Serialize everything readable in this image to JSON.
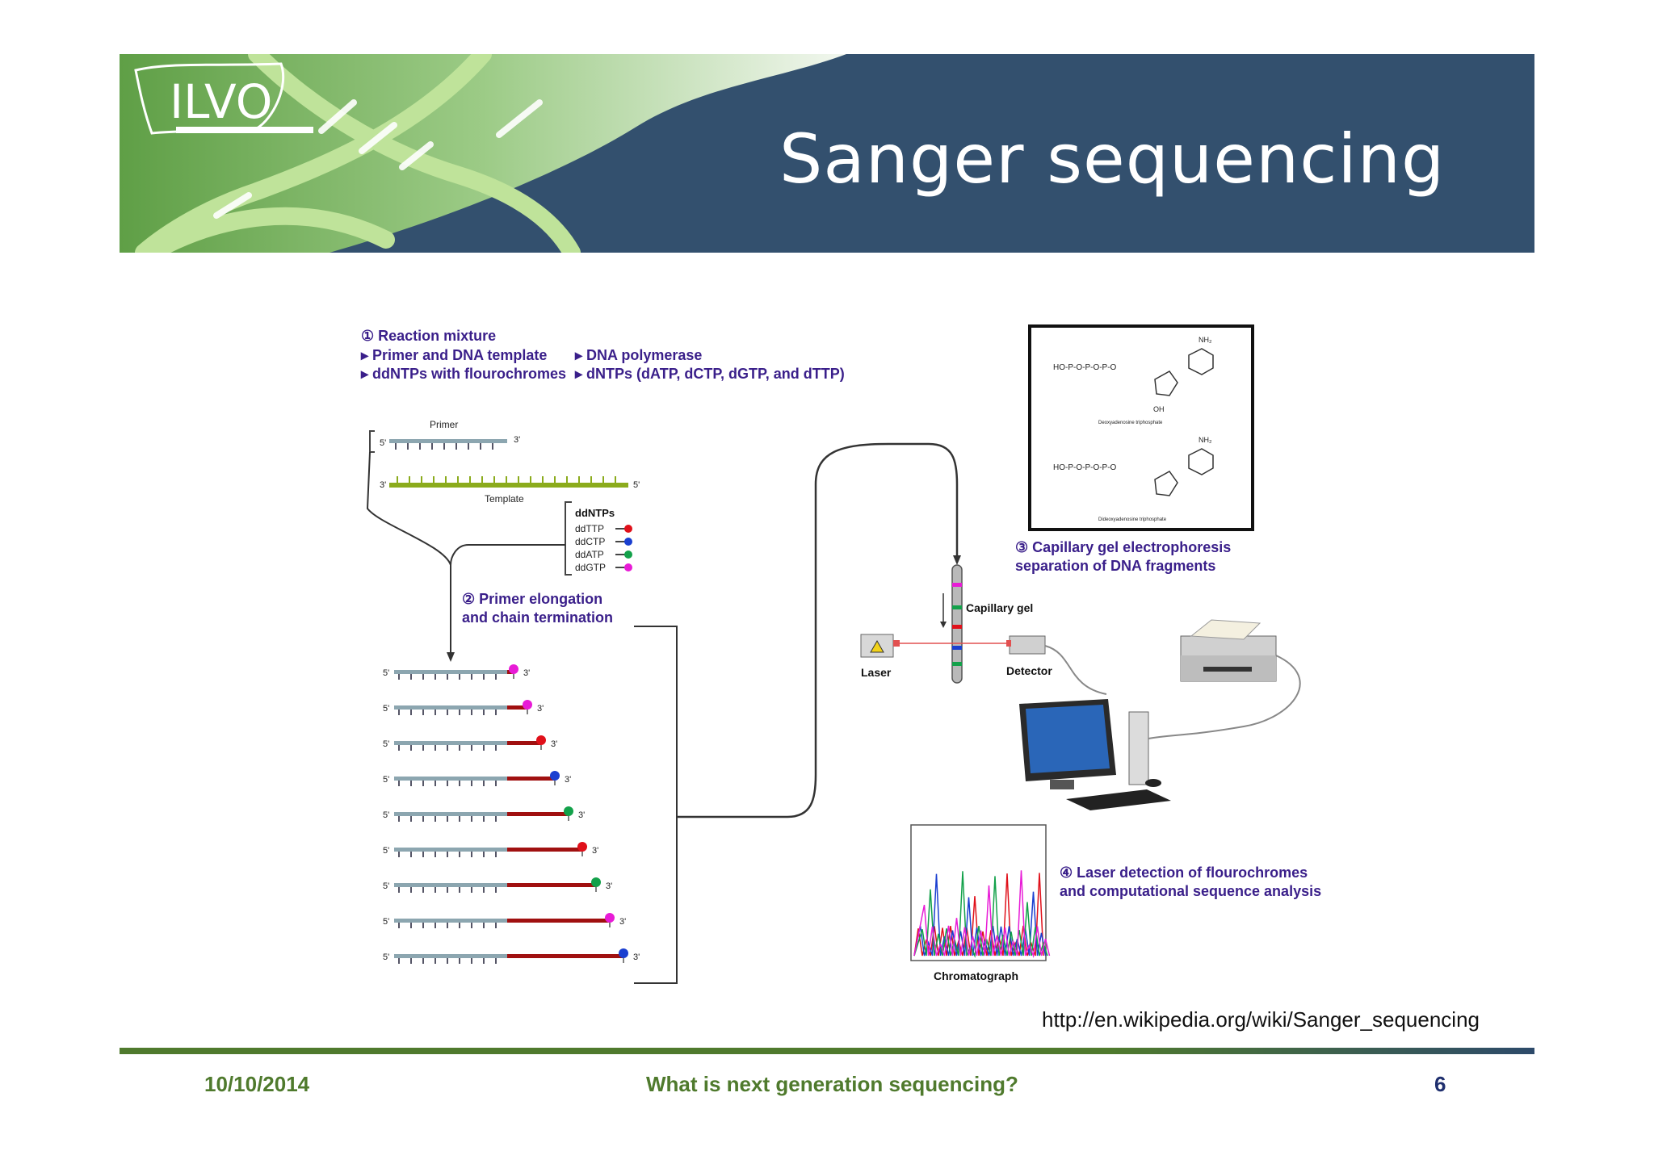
{
  "slide": {
    "title": "Sanger sequencing",
    "logo_text": "ILVO",
    "source_url": "http://en.wikipedia.org/wiki/Sanger_sequencing"
  },
  "footer": {
    "date": "10/10/2014",
    "title": "What is next generation sequencing?",
    "page": "6"
  },
  "diagram": {
    "step1": {
      "title": "① Reaction mixture",
      "items": [
        "▸ Primer and DNA template",
        "▸ DNA polymerase",
        "▸ ddNTPs with flourochromes",
        "▸ dNTPs (dATP, dCTP, dGTP, and dTTP)"
      ]
    },
    "primer_label": "Primer",
    "template_label": "Template",
    "end_5": "5'",
    "end_3": "3'",
    "ddntps": {
      "title": "ddNTPs",
      "items": [
        {
          "name": "ddTTP",
          "color": "#e0101a"
        },
        {
          "name": "ddCTP",
          "color": "#1a3fd0"
        },
        {
          "name": "ddATP",
          "color": "#13a14a"
        },
        {
          "name": "ddGTP",
          "color": "#e81bd6"
        }
      ]
    },
    "step2": {
      "line1": "② Primer elongation",
      "line2": "and chain termination"
    },
    "fragments": [
      {
        "terminator": "#e81bd6"
      },
      {
        "terminator": "#e81bd6"
      },
      {
        "terminator": "#e0101a"
      },
      {
        "terminator": "#1a3fd0"
      },
      {
        "terminator": "#13a14a"
      },
      {
        "terminator": "#e0101a"
      },
      {
        "terminator": "#13a14a"
      },
      {
        "terminator": "#e81bd6"
      },
      {
        "terminator": "#1a3fd0"
      }
    ],
    "step3": {
      "line1": "③ Capillary gel electrophoresis",
      "line2": "separation of DNA fragments"
    },
    "capillary_label": "Capillary gel",
    "laser_label": "Laser",
    "detector_label": "Detector",
    "step4": {
      "line1": "④ Laser detection of flourochromes",
      "line2": "and computational sequence analysis"
    },
    "chromatograph_label": "Chromatograph",
    "molecule": {
      "groups": "HO-P-O-P-O-P-O",
      "amine": "NH₂",
      "hydroxyl": "OH",
      "name1": "Deoxyadenosine triphosphate",
      "name2": "Dideoxyadenosine triphosphate"
    }
  },
  "colors": {
    "header_blue": "#33506e",
    "header_green": "#6ea84a",
    "footer_green": "#4f7a2d",
    "label_purple": "#3a1f8a",
    "strand_gray": "#8ca6b0",
    "strand_red": "#a01010",
    "template_green": "#8bab1c"
  }
}
